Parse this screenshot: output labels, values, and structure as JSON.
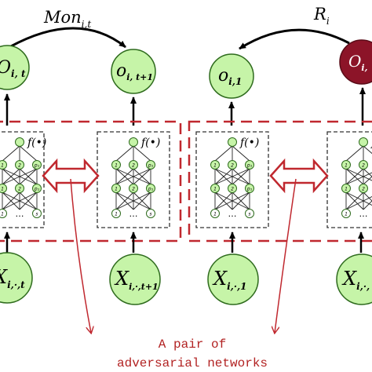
{
  "colors": {
    "node_fill": "#c6f4a8",
    "node_stroke": "#2e6b1d",
    "highlight_fill": "#8c1428",
    "dashed_red": "#c0282f",
    "arrow_red": "#c0282f",
    "caption_red": "#b22222",
    "black": "#000000"
  },
  "top_arrows": {
    "left": {
      "name": "Mon",
      "subscript": "i,t"
    },
    "right": {
      "name": "R",
      "subscript": "i"
    }
  },
  "outputs": [
    {
      "base": "O",
      "subscript": "i, t",
      "highlight": false
    },
    {
      "base": "o",
      "subscript": "i, t+1",
      "highlight": false
    },
    {
      "base": "o",
      "subscript": "i,1",
      "highlight": false
    },
    {
      "base": "O",
      "subscript": "i,",
      "highlight": true
    }
  ],
  "inputs": [
    {
      "base": "X",
      "subscript": "i,·,t"
    },
    {
      "base": "X",
      "subscript": "i,·,t+1"
    },
    {
      "base": "X",
      "subscript": "i,·,1"
    },
    {
      "base": "X",
      "subscript": "i,·,"
    }
  ],
  "networks": {
    "function_label": "f(•)",
    "layer_labels": {
      "first": "1",
      "second": "2",
      "last": "p₁"
    },
    "input_labels": {
      "first": "1",
      "last": "s",
      "dots": "…"
    }
  },
  "caption": {
    "line1": "A pair of",
    "line2": "adversarial networks"
  }
}
